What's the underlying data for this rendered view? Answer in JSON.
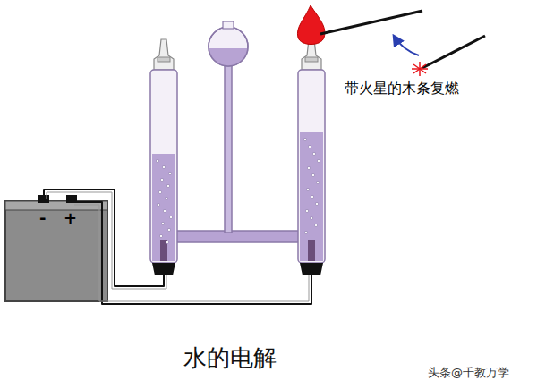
{
  "diagram": {
    "caption": "水的电解",
    "labels": [
      "-",
      "+",
      "带火星的木条复燃",
      "头条@千教万学"
    ]
  }
}
